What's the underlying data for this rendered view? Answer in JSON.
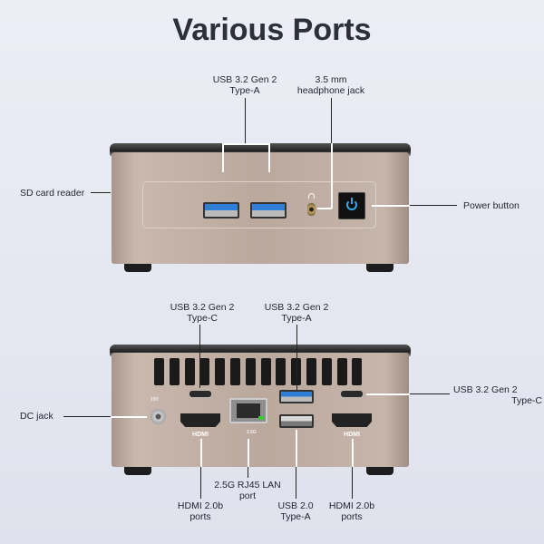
{
  "title": "Various Ports",
  "front": {
    "usb_a_label": [
      "USB 3.2 Gen 2",
      "Type-A"
    ],
    "audio_label": [
      "3.5 mm",
      "headphone jack"
    ],
    "sd_label": "SD card reader",
    "power_label": "Power button"
  },
  "back": {
    "usb_c_label": [
      "USB 3.2 Gen 2",
      "Type-C"
    ],
    "usb_a_label": [
      "USB 3.2 Gen 2",
      "Type-A"
    ],
    "usb_c_right_label": [
      "USB 3.2 Gen 2",
      "Type-C"
    ],
    "dc_label": "DC jack",
    "hdmi_left_label": [
      "HDMI 2.0b",
      "ports"
    ],
    "lan_label": [
      "2.5G RJ45 LAN",
      "port"
    ],
    "usb2_label": [
      "USB 2.0",
      "Type-A"
    ],
    "hdmi_right_label": [
      "HDMI 2.0b",
      "ports"
    ],
    "hdmi_mark": "HDMI",
    "lan_mark": "2.5G",
    "dc_mark": "19V"
  }
}
